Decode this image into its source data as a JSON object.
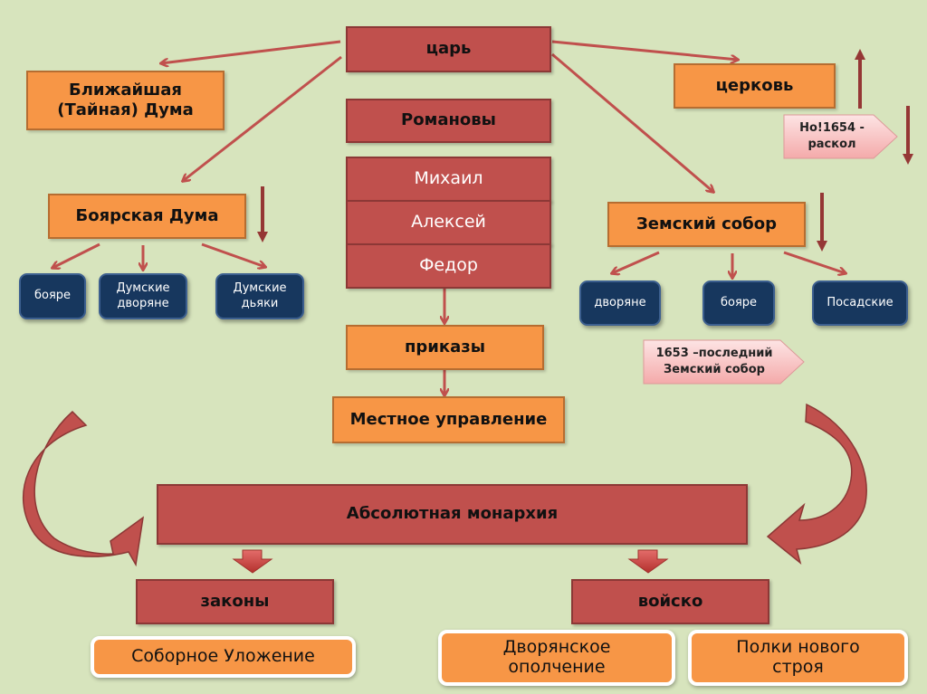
{
  "title": "Царь и органы управления",
  "colors": {
    "background": "#d7e4bd",
    "red_box": "#c0504d",
    "orange_box": "#f79646",
    "navy_box": "#17375e",
    "arrow": "#c0504d",
    "dark_arrow": "#953735",
    "callout": "#f8c9c9"
  },
  "top": {
    "tsar": "царь",
    "romanovs": "Романовы",
    "rulers": [
      "Михаил",
      "Алексей",
      "Федор"
    ],
    "prikazy": "приказы",
    "local_government": "Местное управление"
  },
  "left": {
    "near_duma": [
      "Ближайшая",
      "(Тайная) Дума"
    ],
    "boyar_duma": "Боярская Дума",
    "members": [
      {
        "lines": [
          "бояре"
        ]
      },
      {
        "lines": [
          "Думские",
          "дворяне"
        ]
      },
      {
        "lines": [
          "Думские",
          "дьяки"
        ]
      }
    ]
  },
  "right": {
    "church": "церковь",
    "church_note": [
      "Но!1654 -",
      "раскол"
    ],
    "zemsky_sobor": "Земский собор",
    "members": [
      {
        "lines": [
          "дворяне"
        ]
      },
      {
        "lines": [
          "бояре"
        ]
      },
      {
        "lines": [
          "Посадские"
        ]
      }
    ],
    "sobor_note": [
      "1653 –последний",
      "Земский собор"
    ]
  },
  "bottom": {
    "absolute_monarchy": "Абсолютная монархия",
    "laws": "законы",
    "army": "войско",
    "code": "Соборное Уложение",
    "militia": [
      "Дворянское",
      "ополчение"
    ],
    "new_regiments": [
      "Полки нового",
      "строя"
    ]
  }
}
